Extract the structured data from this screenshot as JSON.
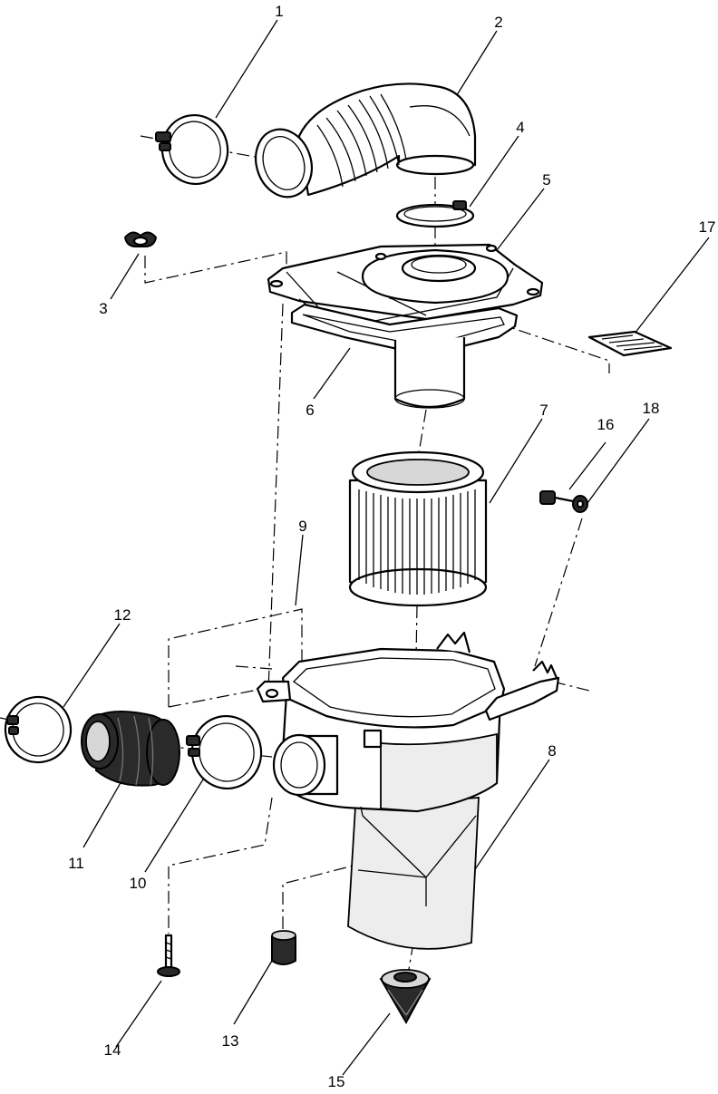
{
  "diagram": {
    "callouts": [
      {
        "id": "1",
        "part": "clamp-top-left"
      },
      {
        "id": "2",
        "part": "intake-boot-elbow"
      },
      {
        "id": "3",
        "part": "wing-nut"
      },
      {
        "id": "4",
        "part": "clamp-small"
      },
      {
        "id": "5",
        "part": "airbox-cover"
      },
      {
        "id": "6",
        "part": "cover-gasket"
      },
      {
        "id": "7",
        "part": "air-filter-element"
      },
      {
        "id": "8",
        "part": "airbox-housing"
      },
      {
        "id": "9",
        "part": "bracket-reference"
      },
      {
        "id": "10",
        "part": "clamp-outlet"
      },
      {
        "id": "11",
        "part": "outlet-boot"
      },
      {
        "id": "12",
        "part": "clamp-left"
      },
      {
        "id": "13",
        "part": "nut"
      },
      {
        "id": "14",
        "part": "bolt"
      },
      {
        "id": "15",
        "part": "drain-cap"
      },
      {
        "id": "16",
        "part": "screw"
      },
      {
        "id": "17",
        "part": "decal"
      },
      {
        "id": "18",
        "part": "washer"
      }
    ]
  }
}
